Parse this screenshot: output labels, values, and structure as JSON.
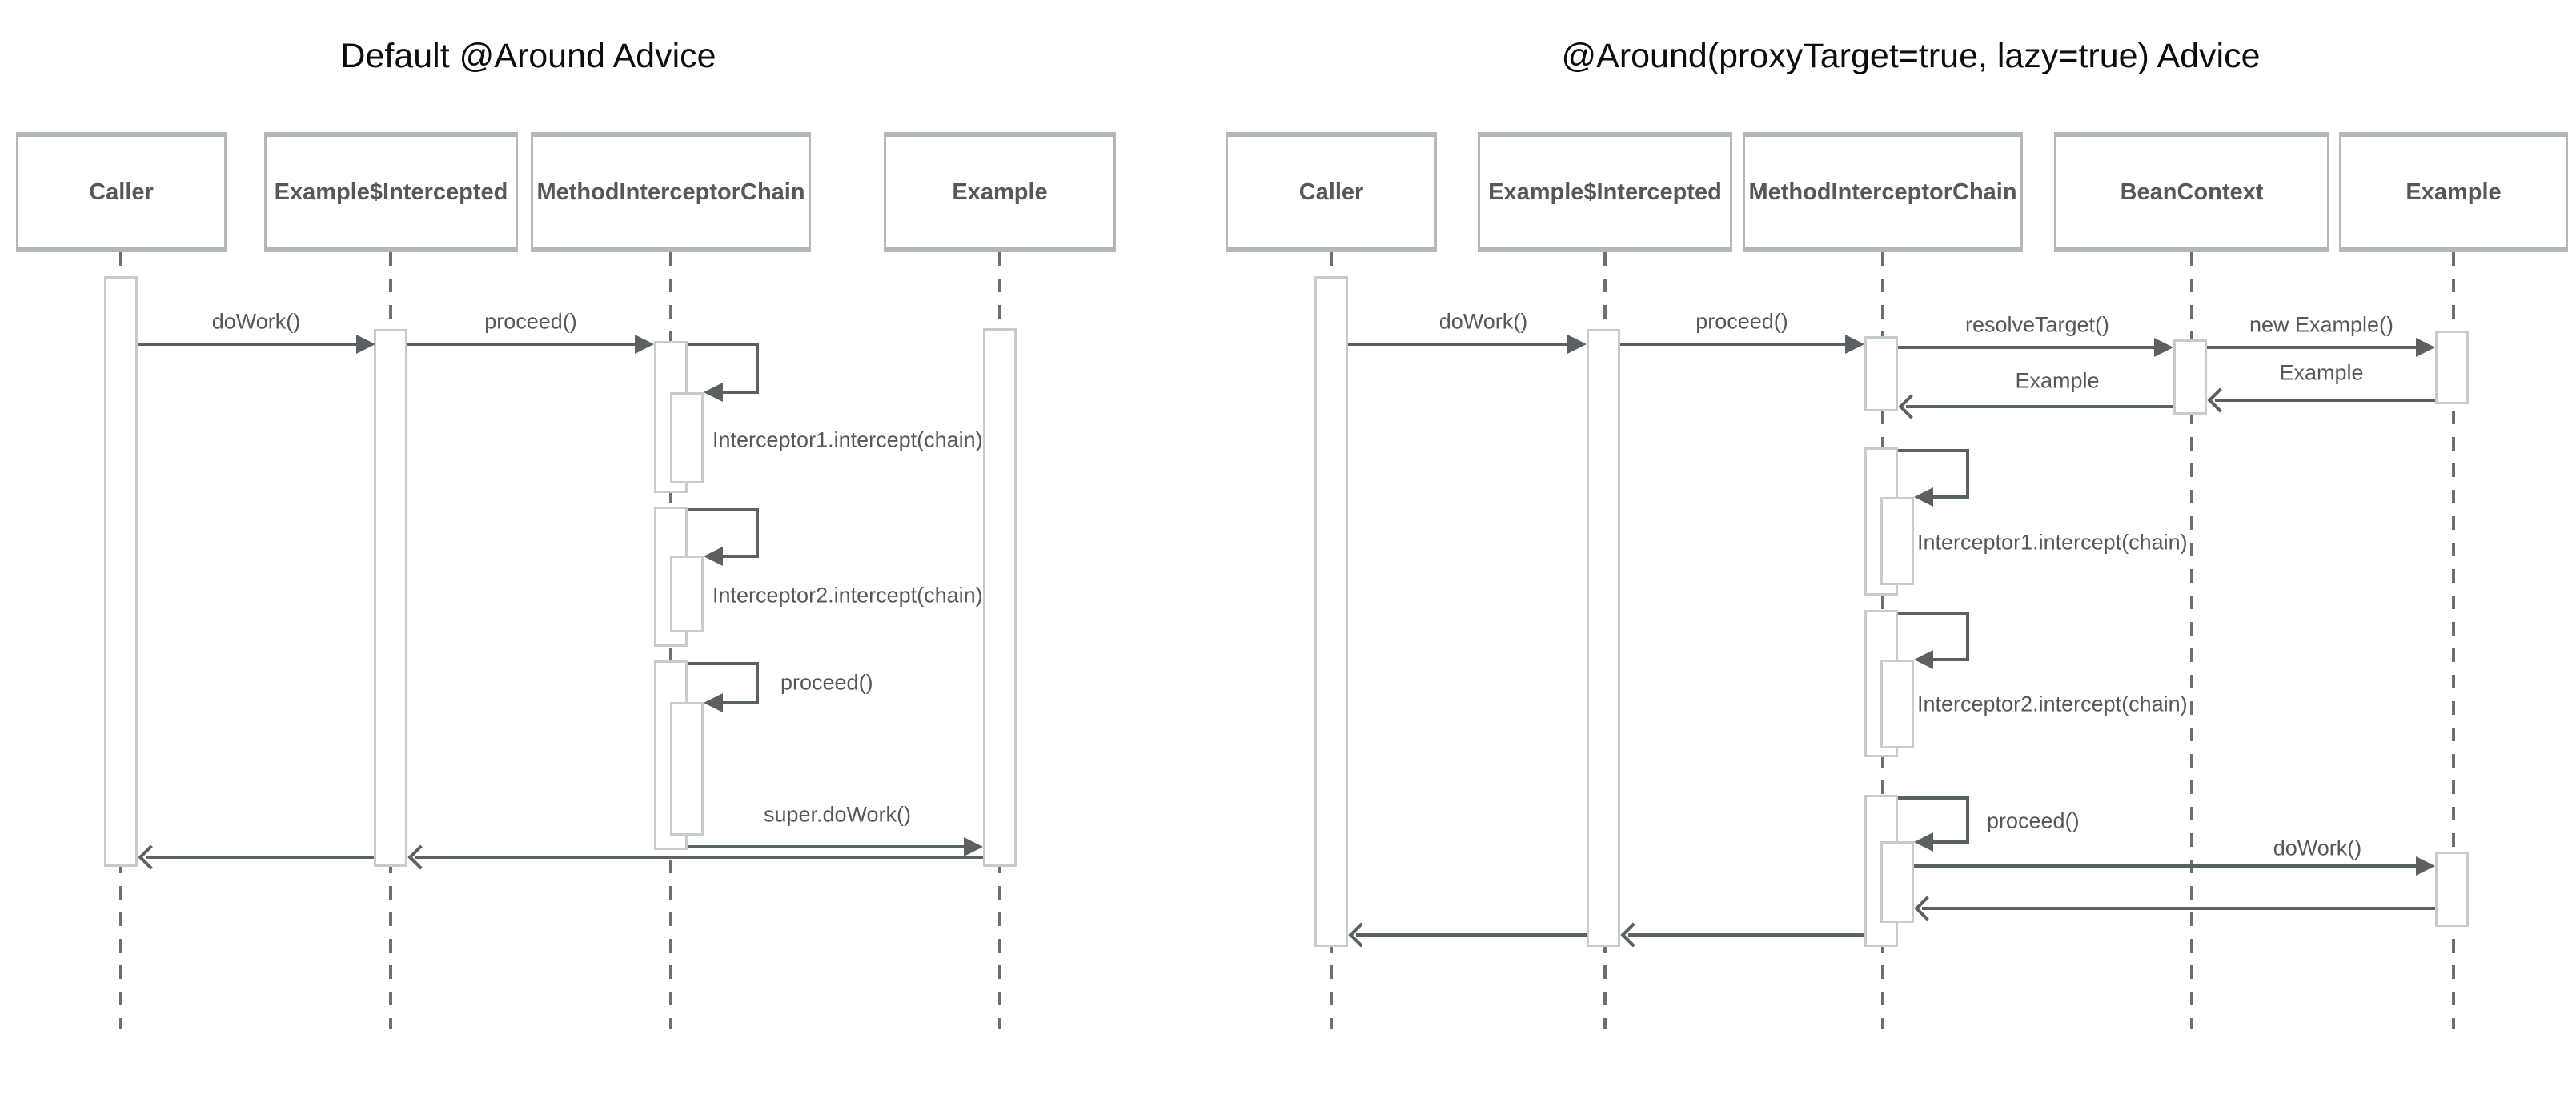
{
  "left": {
    "title": "Default @Around Advice",
    "participants": [
      {
        "label": "Caller"
      },
      {
        "label": "Example$Intercepted"
      },
      {
        "label": "MethodInterceptorChain"
      },
      {
        "label": "Example"
      }
    ],
    "messages": {
      "doWork": "doWork()",
      "proceed": "proceed()",
      "interceptor1": "Interceptor1.intercept(chain)",
      "interceptor2": "Interceptor2.intercept(chain)",
      "proceed2": "proceed()",
      "superDoWork": "super.doWork()"
    }
  },
  "right": {
    "title": "@Around(proxyTarget=true, lazy=true) Advice",
    "participants": [
      {
        "label": "Caller"
      },
      {
        "label": "Example$Intercepted"
      },
      {
        "label": "MethodInterceptorChain"
      },
      {
        "label": "BeanContext"
      },
      {
        "label": "Example"
      }
    ],
    "messages": {
      "doWork": "doWork()",
      "proceed": "proceed()",
      "resolveTarget": "resolveTarget()",
      "newExample": "new Example()",
      "returnExampleFromTarget": "Example",
      "returnExampleFromBean": "Example",
      "interceptor1": "Interceptor1.intercept(chain)",
      "interceptor2": "Interceptor2.intercept(chain)",
      "proceed2": "proceed()",
      "doWork2": "doWork()"
    }
  },
  "colors": {
    "arrow": "#5b6063",
    "labelText": "#53585b",
    "participantBorder": "#b2b7ba",
    "activationBorder": "#c6cbce",
    "lifeline": "#6b7073",
    "title": "#0c0c0c",
    "background": "#ffffff"
  }
}
